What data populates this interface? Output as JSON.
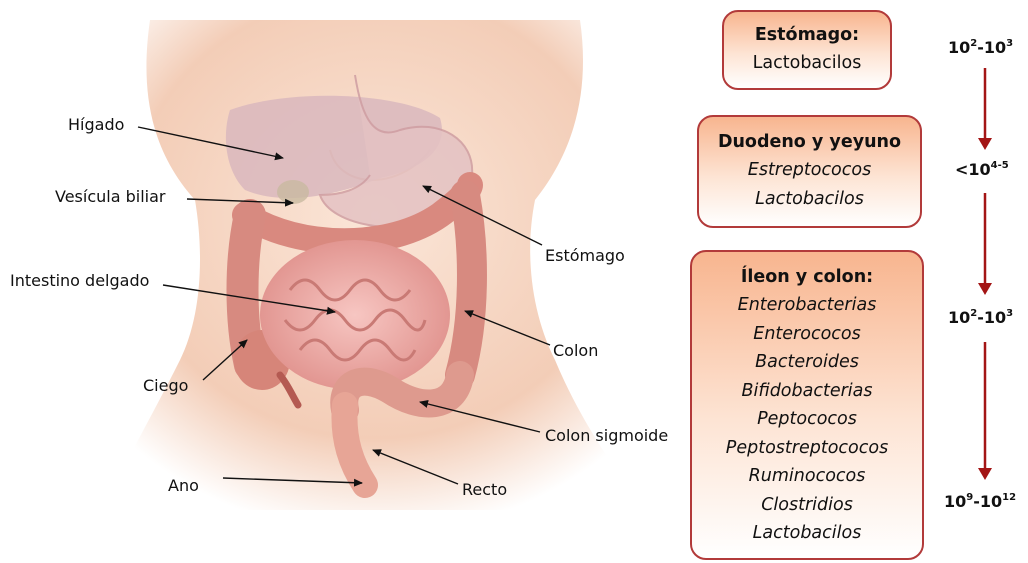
{
  "labels": {
    "higado": "Hígado",
    "vesicula": "Vesícula biliar",
    "estomago": "Estómago",
    "intestino": "Intestino delgado",
    "colon": "Colon",
    "ciego": "Ciego",
    "sigmoide": "Colon sigmoide",
    "ano": "Ano",
    "recto": "Recto"
  },
  "boxes": {
    "stomach": {
      "title": "Estómago:",
      "items": [
        "Lactobacilos"
      ]
    },
    "duodenum": {
      "title": "Duodeno y yeyuno",
      "items": [
        "Estreptococos",
        "Lactobacilos"
      ]
    },
    "ileum": {
      "title": "Íleon y colon:",
      "items": [
        "Enterobacterias",
        "Enterococos",
        "Bacteroides",
        "Bifidobacterias",
        "Peptococos",
        "Peptostreptococos",
        "Ruminococos",
        "Clostridios",
        "Lactobacilos"
      ]
    }
  },
  "counts": {
    "c1": {
      "base": "10",
      "sup1": "2",
      "mid": "-10",
      "sup2": "3"
    },
    "c2": {
      "base": "<10",
      "sup1": "4-5"
    },
    "c3": {
      "base": "10",
      "sup1": "2",
      "mid": "-10",
      "sup2": "3"
    },
    "c4": {
      "base": "10",
      "sup1": "9",
      "mid": "-10",
      "sup2": "12"
    }
  },
  "colors": {
    "arrow": "#a31515",
    "box_border": "#b23a3a",
    "box_fill": "#f8b58f",
    "skin": "#f6d7c5",
    "intestine": "#e39a8f"
  }
}
